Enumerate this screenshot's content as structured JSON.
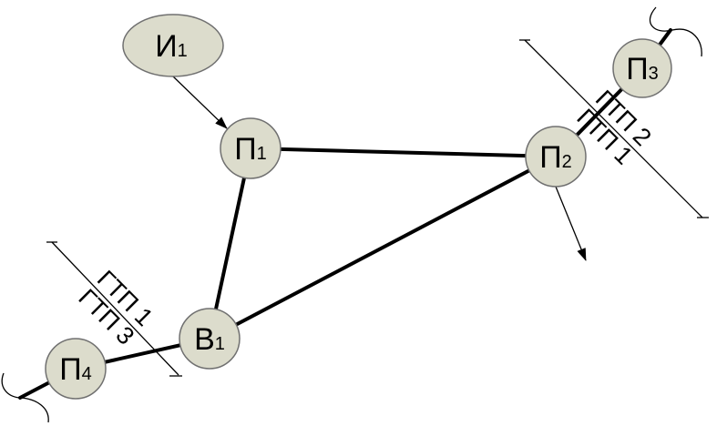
{
  "nodes": {
    "i1": {
      "base": "И",
      "sub": "1"
    },
    "p1": {
      "base": "П",
      "sub": "1"
    },
    "p2": {
      "base": "П",
      "sub": "2"
    },
    "p3": {
      "base": "П",
      "sub": "3"
    },
    "p4": {
      "base": "П",
      "sub": "4"
    },
    "v1": {
      "base": "В",
      "sub": "1"
    }
  },
  "boundaries": {
    "right": {
      "upper": "ГТП 2",
      "lower": "ГТП 1"
    },
    "left": {
      "upper": "ГТП 1",
      "lower": "ГТП 3"
    }
  },
  "colors": {
    "node_fill": "#dcdccc"
  }
}
